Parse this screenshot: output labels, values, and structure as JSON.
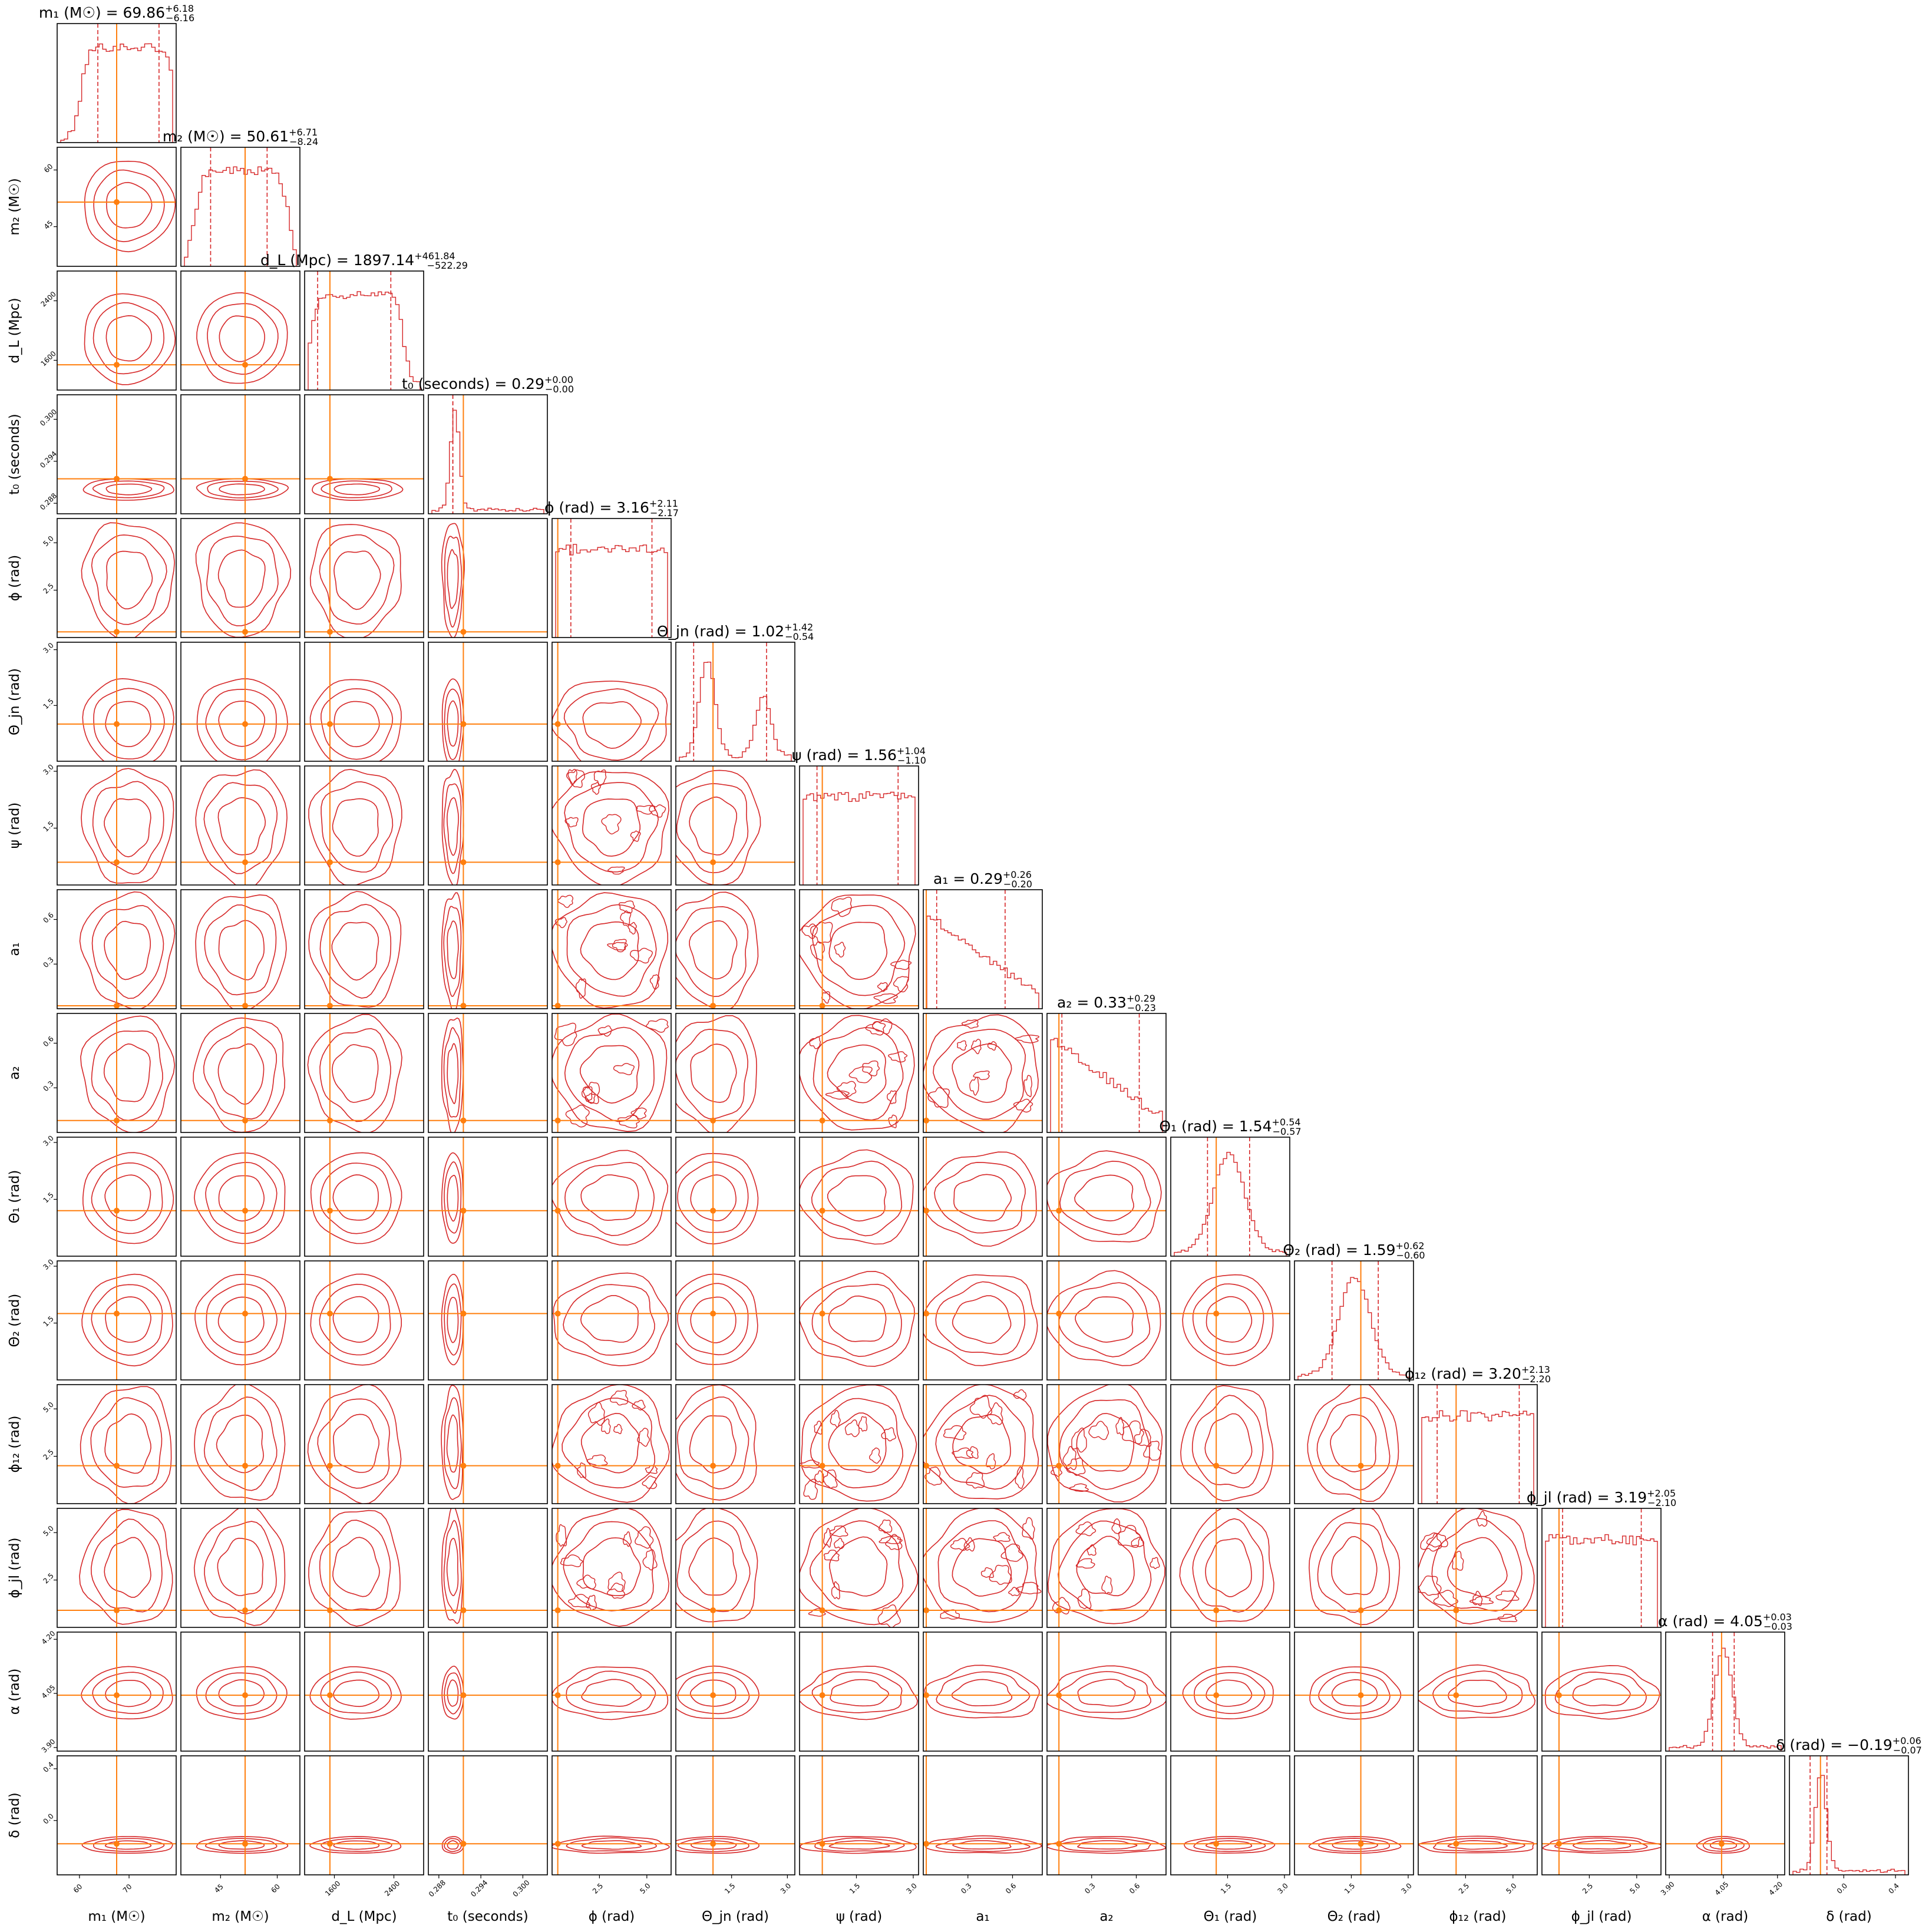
{
  "chart_data": {
    "type": "corner",
    "colors": {
      "posterior": "#d62728",
      "truth": "#ff7f0e"
    },
    "params": [
      {
        "key": "m1",
        "label": "m₁ (M☉)",
        "title": "m₁ (M☉) = 69.86",
        "median": 69.86,
        "plus": "+6.18",
        "minus": "−6.16",
        "range": [
          55.5,
          79.5
        ],
        "ticks": [
          60,
          70
        ],
        "truth": 67.5
      },
      {
        "key": "m2",
        "label": "m₂ (M☉)",
        "title": "m₂ (M☉) = 50.61",
        "median": 50.61,
        "plus": "+6.71",
        "minus": "−8.24",
        "range": [
          34.5,
          66.0
        ],
        "ticks": [
          45,
          60
        ],
        "truth": 51.5
      },
      {
        "key": "dl",
        "label": "d_L (Mpc)",
        "title": "d_L (Mpc) = 1897.14",
        "median": 1897.14,
        "plus": "+461.84",
        "minus": "−522.29",
        "range": [
          1200,
          2800
        ],
        "ticks": [
          1600,
          2400
        ],
        "truth": 1540
      },
      {
        "key": "t0",
        "label": "t₀ (seconds)",
        "title": "t₀ (seconds) = 0.29",
        "median": 0.29,
        "plus": "+0.00",
        "minus": "−0.00",
        "range": [
          0.2865,
          0.3035
        ],
        "ticks": [
          0.288,
          0.294,
          0.3
        ],
        "truth": 0.2915
      },
      {
        "key": "phi",
        "label": "ϕ (rad)",
        "title": "ϕ (rad) = 3.16",
        "median": 3.16,
        "plus": "+2.11",
        "minus": "−2.17",
        "range": [
          0,
          6.28
        ],
        "ticks": [
          2.5,
          5.0
        ],
        "truth": 0.3
      },
      {
        "key": "thetajn",
        "label": "Θ_jn (rad)",
        "title": "Θ_jn (rad) = 1.02",
        "median": 1.02,
        "plus": "+1.42",
        "minus": "−0.54",
        "range": [
          0,
          3.2
        ],
        "ticks": [
          1.5,
          3.0
        ],
        "truth": 1.0
      },
      {
        "key": "psi",
        "label": "ψ (rad)",
        "title": "ψ (rad) = 1.56",
        "median": 1.56,
        "plus": "+1.04",
        "minus": "−1.10",
        "range": [
          0,
          3.14
        ],
        "ticks": [
          1.5,
          3.0
        ],
        "truth": 0.6
      },
      {
        "key": "a1",
        "label": "a₁",
        "title": "a₁ = 0.29",
        "median": 0.29,
        "plus": "+0.26",
        "minus": "−0.20",
        "range": [
          0,
          0.8
        ],
        "ticks": [
          0.3,
          0.6
        ],
        "truth": 0.02
      },
      {
        "key": "a2",
        "label": "a₂",
        "title": "a₂ = 0.33",
        "median": 0.33,
        "plus": "+0.29",
        "minus": "−0.23",
        "range": [
          0,
          0.8
        ],
        "ticks": [
          0.3,
          0.6
        ],
        "truth": 0.08
      },
      {
        "key": "theta1",
        "label": "Θ₁ (rad)",
        "title": "Θ₁ (rad) = 1.54",
        "median": 1.54,
        "plus": "+0.54",
        "minus": "−0.57",
        "range": [
          0,
          3.14
        ],
        "ticks": [
          1.5,
          3.0
        ],
        "truth": 1.2
      },
      {
        "key": "theta2",
        "label": "Θ₂ (rad)",
        "title": "Θ₂ (rad) = 1.59",
        "median": 1.59,
        "plus": "+0.62",
        "minus": "−0.60",
        "range": [
          0,
          3.14
        ],
        "ticks": [
          1.5,
          3.0
        ],
        "truth": 1.75
      },
      {
        "key": "phi12",
        "label": "ϕ₁₂ (rad)",
        "title": "ϕ₁₂ (rad) = 3.20",
        "median": 3.2,
        "plus": "+2.13",
        "minus": "−2.20",
        "range": [
          0,
          6.28
        ],
        "ticks": [
          2.5,
          5.0
        ],
        "truth": 2.0
      },
      {
        "key": "phijl",
        "label": "ϕ_jl (rad)",
        "title": "ϕ_jl (rad) = 3.19",
        "median": 3.19,
        "plus": "+2.05",
        "minus": "−2.10",
        "range": [
          0,
          6.28
        ],
        "ticks": [
          2.5,
          5.0
        ],
        "truth": 0.9
      },
      {
        "key": "alpha",
        "label": "α (rad)",
        "title": "α (rad) = 4.05",
        "median": 4.05,
        "plus": "+0.03",
        "minus": "−0.03",
        "range": [
          3.89,
          4.22
        ],
        "ticks": [
          3.9,
          4.05,
          4.2
        ],
        "truth": 4.045
      },
      {
        "key": "delta",
        "label": "δ (rad)",
        "title": "δ (rad) = −0.19",
        "median": -0.19,
        "plus": "+0.06",
        "minus": "−0.07",
        "range": [
          -0.42,
          0.5
        ],
        "ticks": [
          0.0,
          0.4
        ],
        "truth": -0.18
      }
    ]
  }
}
